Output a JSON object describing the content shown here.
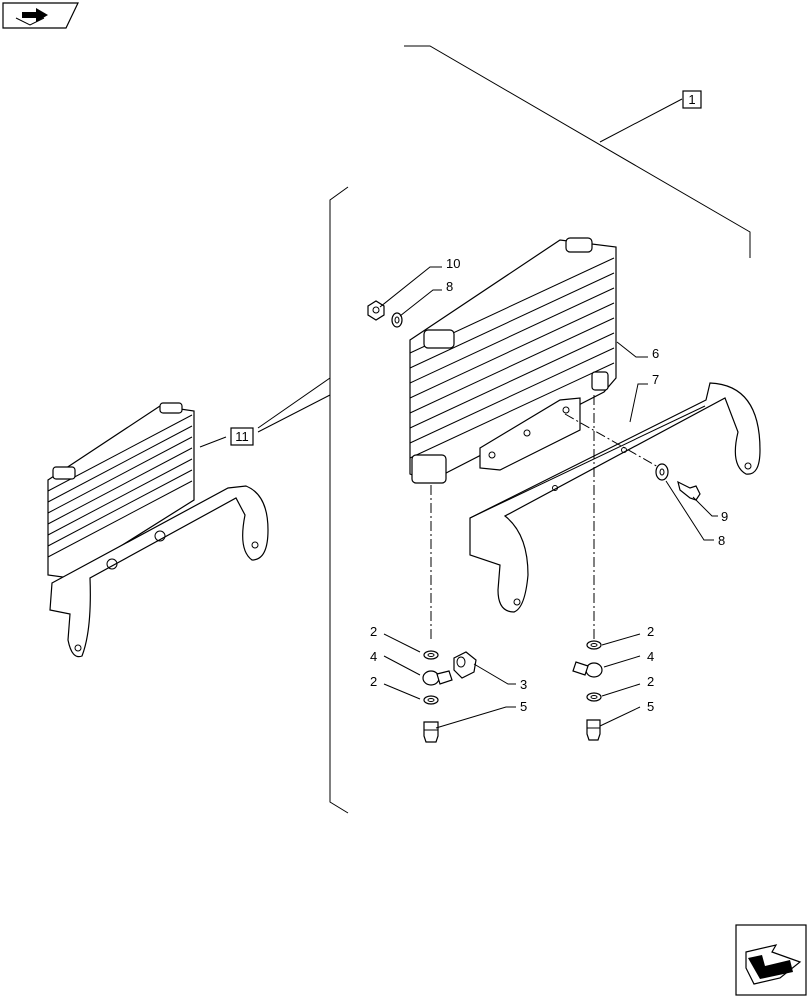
{
  "nav": {
    "prev_icon": "previous-page-arrow-icon",
    "next_icon": "next-page-arrow-icon"
  },
  "refs": {
    "assembly": "1",
    "cooler_assembly": "11"
  },
  "callouts": {
    "c10": "10",
    "c8_top": "8",
    "c6": "6",
    "c7": "7",
    "c9": "9",
    "c8_right": "8",
    "c2_l1": "2",
    "c4_l": "4",
    "c2_l2": "2",
    "c3": "3",
    "c5_l": "5",
    "c2_r1": "2",
    "c4_r": "4",
    "c2_r2": "2",
    "c5_r": "5"
  },
  "colors": {
    "line": "#000000",
    "background": "#ffffff"
  }
}
